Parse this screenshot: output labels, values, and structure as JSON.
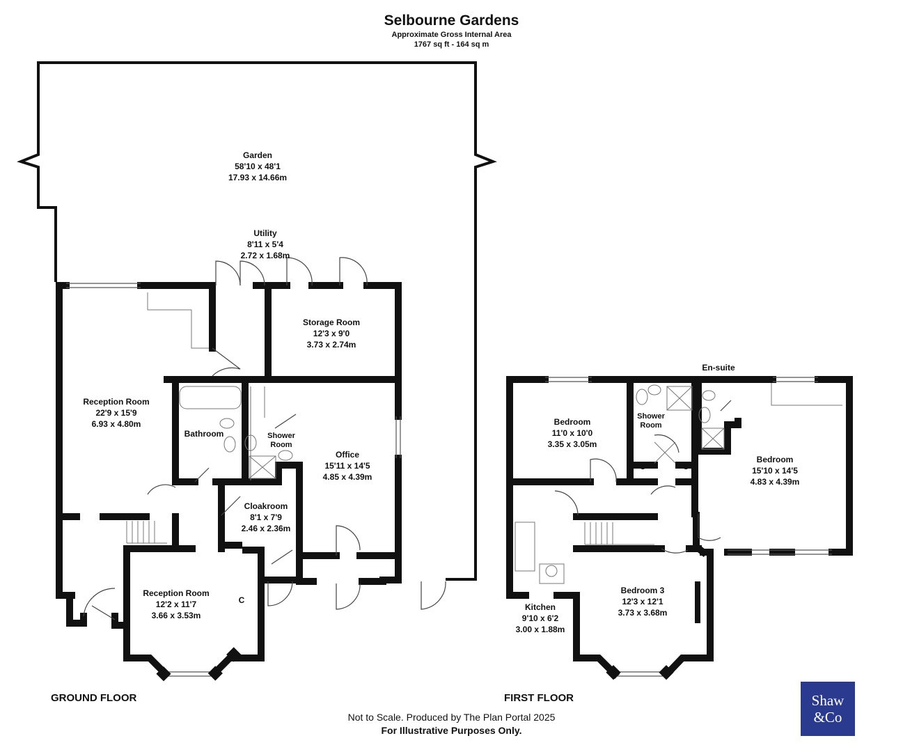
{
  "header": {
    "title": "Selbourne Gardens",
    "area_label": "Approximate Gross Internal Area",
    "area_value": "1767 sq ft - 164 sq m"
  },
  "rooms": {
    "garden": {
      "name": "Garden",
      "imperial": "58'10 x 48'1",
      "metric": "17.93 x 14.66m"
    },
    "utility": {
      "name": "Utility",
      "imperial": "8'11 x 5'4",
      "metric": "2.72 x 1.68m"
    },
    "storage": {
      "name": "Storage Room",
      "imperial": "12'3 x 9'0",
      "metric": "3.73 x 2.74m"
    },
    "reception_main": {
      "name": "Reception Room",
      "imperial": "22'9 x 15'9",
      "metric": "6.93 x 4.80m"
    },
    "bathroom": {
      "name": "Bathroom"
    },
    "shower_ground": {
      "name_line1": "Shower",
      "name_line2": "Room"
    },
    "office": {
      "name": "Office",
      "imperial": "15'11 x 14'5",
      "metric": "4.85 x 4.39m"
    },
    "cloakroom": {
      "name": "Cloakroom",
      "imperial": "8'1 x 7'9",
      "metric": "2.46 x 2.36m"
    },
    "reception_front": {
      "name": "Reception Room",
      "imperial": "12'2 x 11'7",
      "metric": "3.66 x 3.53m"
    },
    "ensuite": {
      "name": "En-suite"
    },
    "bedroom_left": {
      "name": "Bedroom",
      "imperial": "11'0 x 10'0",
      "metric": "3.35 x 3.05m"
    },
    "shower_first": {
      "name_line1": "Shower",
      "name_line2": "Room"
    },
    "bedroom_right": {
      "name": "Bedroom",
      "imperial": "15'10 x 14'5",
      "metric": "4.83 x 4.39m"
    },
    "kitchen": {
      "name": "Kitchen",
      "imperial": "9'10 x 6'2",
      "metric": "3.00 x 1.88m"
    },
    "bedroom3": {
      "name": "Bedroom 3",
      "imperial": "12'3 x 12'1",
      "metric": "3.73 x 3.68m"
    }
  },
  "cupboard_mark": "C",
  "floors": {
    "ground": "GROUND FLOOR",
    "first": "FIRST FLOOR"
  },
  "footer": {
    "line1": "Not to Scale. Produced by The Plan Portal 2025",
    "line2": "For Illustrative Purposes Only."
  },
  "logo": {
    "line1": "Shaw",
    "line2": "&Co",
    "color": "#2a3a8f"
  }
}
